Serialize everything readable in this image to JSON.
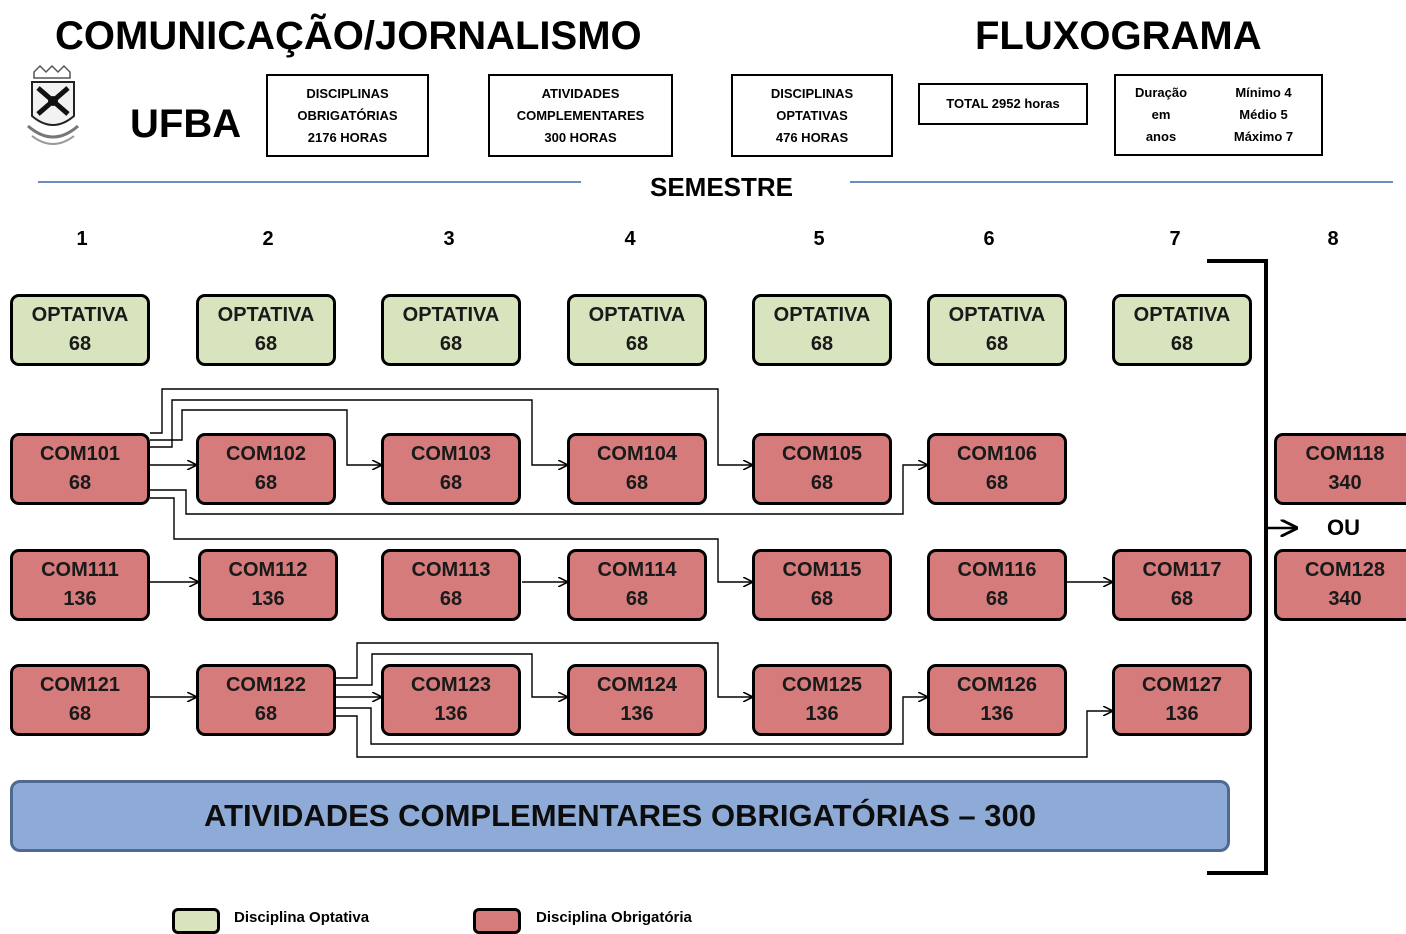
{
  "header": {
    "title_left": "COMUNICAÇÃO/JORNALISMO",
    "title_right": "FLUXOGRAMA",
    "institution": "UFBA",
    "logo_icon": "ufba-crest-icon"
  },
  "info_boxes": {
    "obrigatorias": [
      "DISCIPLINAS",
      "OBRIGATÓRIAS",
      "2176 HORAS"
    ],
    "atividades": [
      "ATIVIDADES",
      "COMPLEMENTARES",
      "300 HORAS"
    ],
    "optativas": [
      "DISCIPLINAS",
      "OPTATIVAS",
      "476 HORAS"
    ],
    "total": "TOTAL 2952 horas",
    "duracao": {
      "label": [
        "Duração",
        "em",
        "anos"
      ],
      "values": [
        "Mínimo 4",
        "Médio 5",
        "Máximo 7"
      ]
    }
  },
  "semester_label": "SEMESTRE",
  "semesters": [
    "1",
    "2",
    "3",
    "4",
    "5",
    "6",
    "7",
    "8"
  ],
  "optativas": [
    {
      "name": "OPTATIVA",
      "hours": "68"
    },
    {
      "name": "OPTATIVA",
      "hours": "68"
    },
    {
      "name": "OPTATIVA",
      "hours": "68"
    },
    {
      "name": "OPTATIVA",
      "hours": "68"
    },
    {
      "name": "OPTATIVA",
      "hours": "68"
    },
    {
      "name": "OPTATIVA",
      "hours": "68"
    },
    {
      "name": "OPTATIVA",
      "hours": "68"
    }
  ],
  "courses": {
    "com101": {
      "code": "COM101",
      "hours": "68"
    },
    "com102": {
      "code": "COM102",
      "hours": "68"
    },
    "com103": {
      "code": "COM103",
      "hours": "68"
    },
    "com104": {
      "code": "COM104",
      "hours": "68"
    },
    "com105": {
      "code": "COM105",
      "hours": "68"
    },
    "com106": {
      "code": "COM106",
      "hours": "68"
    },
    "com111": {
      "code": "COM111",
      "hours": "136"
    },
    "com112": {
      "code": "COM112",
      "hours": "136"
    },
    "com113": {
      "code": "COM113",
      "hours": "68"
    },
    "com114": {
      "code": "COM114",
      "hours": "68"
    },
    "com115": {
      "code": "COM115",
      "hours": "68"
    },
    "com116": {
      "code": "COM116",
      "hours": "68"
    },
    "com117": {
      "code": "COM117",
      "hours": "68"
    },
    "com121": {
      "code": "COM121",
      "hours": "68"
    },
    "com122": {
      "code": "COM122",
      "hours": "68"
    },
    "com123": {
      "code": "COM123",
      "hours": "136"
    },
    "com124": {
      "code": "COM124",
      "hours": "136"
    },
    "com125": {
      "code": "COM125",
      "hours": "136"
    },
    "com126": {
      "code": "COM126",
      "hours": "136"
    },
    "com127": {
      "code": "COM127",
      "hours": "136"
    },
    "com118": {
      "code": "COM118",
      "hours": "340"
    },
    "com128": {
      "code": "COM128",
      "hours": "340"
    }
  },
  "or_label": "OU",
  "atividades_bar": "ATIVIDADES COMPLEMENTARES OBRIGATÓRIAS – 300",
  "legend": {
    "optativa": "Disciplina Optativa",
    "obrigatoria": "Disciplina Obrigatória"
  },
  "colors": {
    "optativa": "#d7e4bd",
    "obrigatoria": "#d67b7b",
    "atividades": "#8eaad6",
    "rule": "#6c8ebf"
  }
}
